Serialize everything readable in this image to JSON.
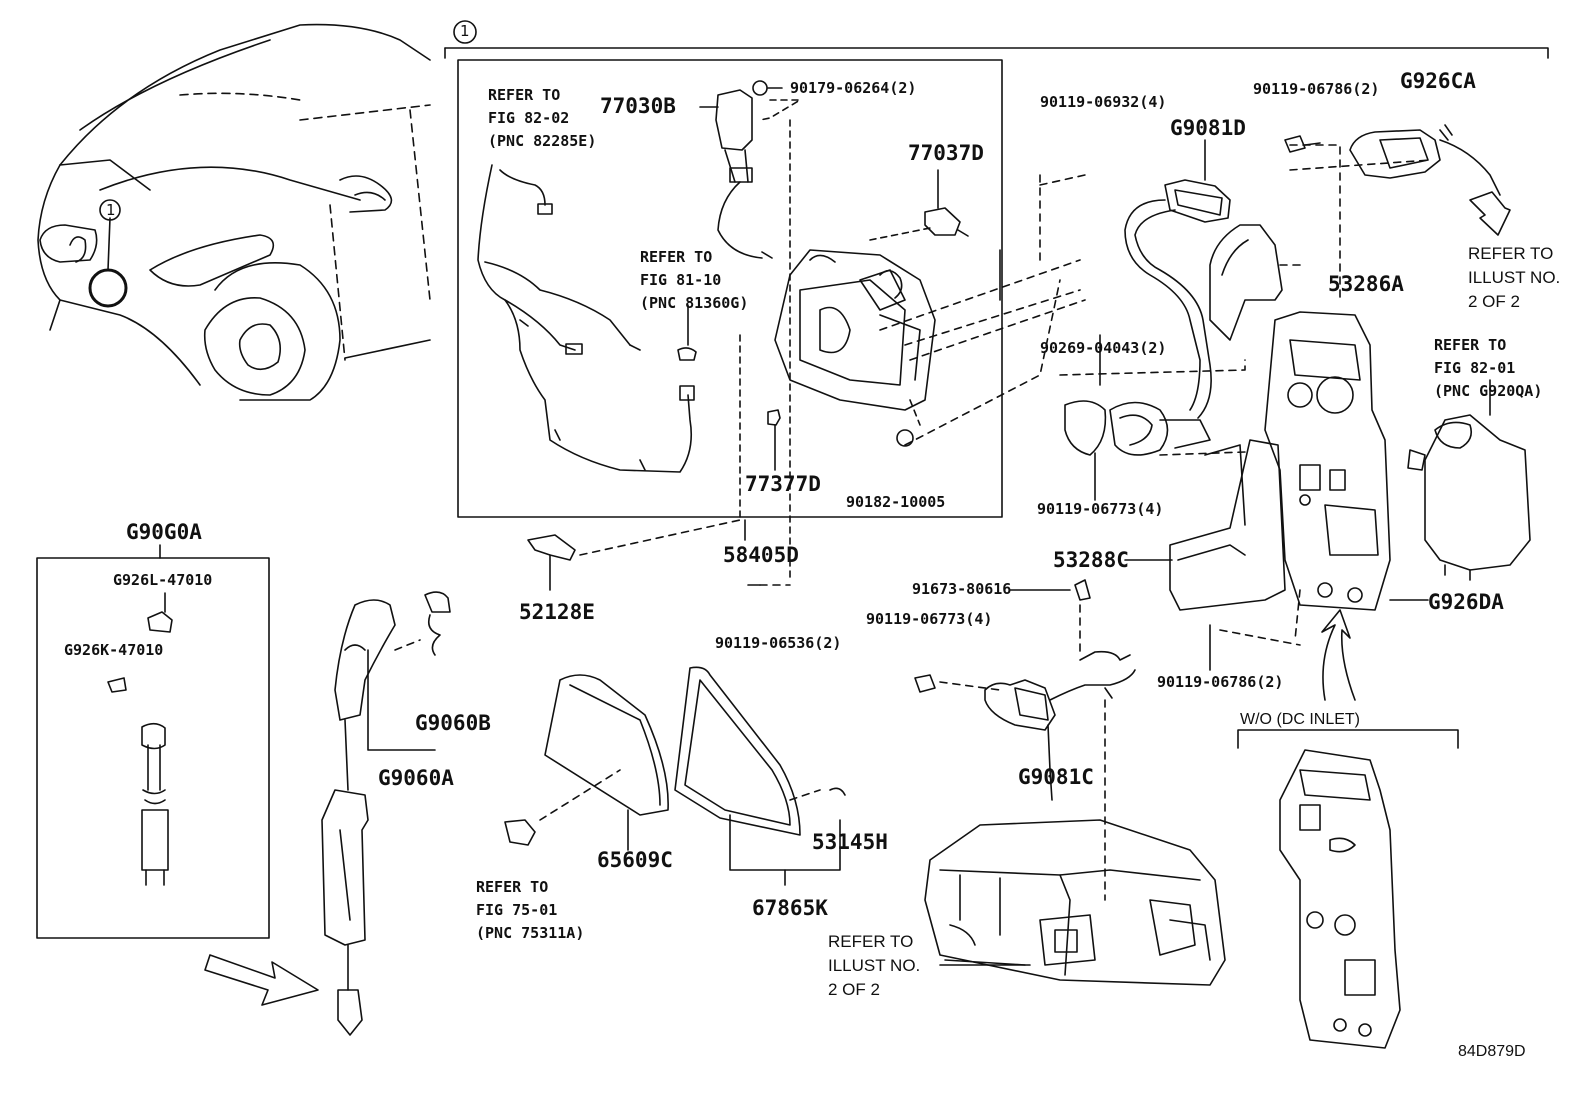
{
  "callout_marker": "1",
  "diagram_code": "84D879D",
  "parts": {
    "p77030B": "77030B",
    "p90179": "90179-06264(2)",
    "p77037D": "77037D",
    "p77377D": "77377D",
    "p90182": "90182-10005",
    "p58405D": "58405D",
    "p52128E": "52128E",
    "p90119_06536": "90119-06536(2)",
    "p90119_06932": "90119-06932(4)",
    "pG9081D": "G9081D",
    "p90119_06786_top": "90119-06786(2)",
    "pG926CA": "G926CA",
    "p53286A": "53286A",
    "p90269": "90269-04043(2)",
    "p90119_06773_a": "90119-06773(4)",
    "p53288C": "53288C",
    "p91673": "91673-80616",
    "p90119_06773_b": "90119-06773(4)",
    "pG926DA": "G926DA",
    "p90119_06786_bot": "90119-06786(2)",
    "pG9081C": "G9081C",
    "pG90G0A": "G90G0A",
    "pG926L": "G926L-47010",
    "pG926K": "G926K-47010",
    "pG9060B": "G9060B",
    "pG9060A": "G9060A",
    "p65609C": "65609C",
    "p53145H": "53145H",
    "p67865K": "67865K"
  },
  "references": {
    "ref_82_02": "REFER TO\nFIG 82-02\n(PNC 82285E)",
    "ref_81_10": "REFER TO\nFIG 81-10\n(PNC 81360G)",
    "ref_82_01": "REFER TO\nFIG 82-01\n(PNC G920QA)",
    "ref_75_01": "REFER TO\nFIG 75-01\n(PNC 75311A)",
    "ref_illust_top": "REFER TO\nILLUST NO.\n2 OF 2",
    "ref_illust_bottom": "REFER TO\nILLUST NO.\n2 OF 2"
  },
  "variant_label": "W/O (DC INLET)"
}
